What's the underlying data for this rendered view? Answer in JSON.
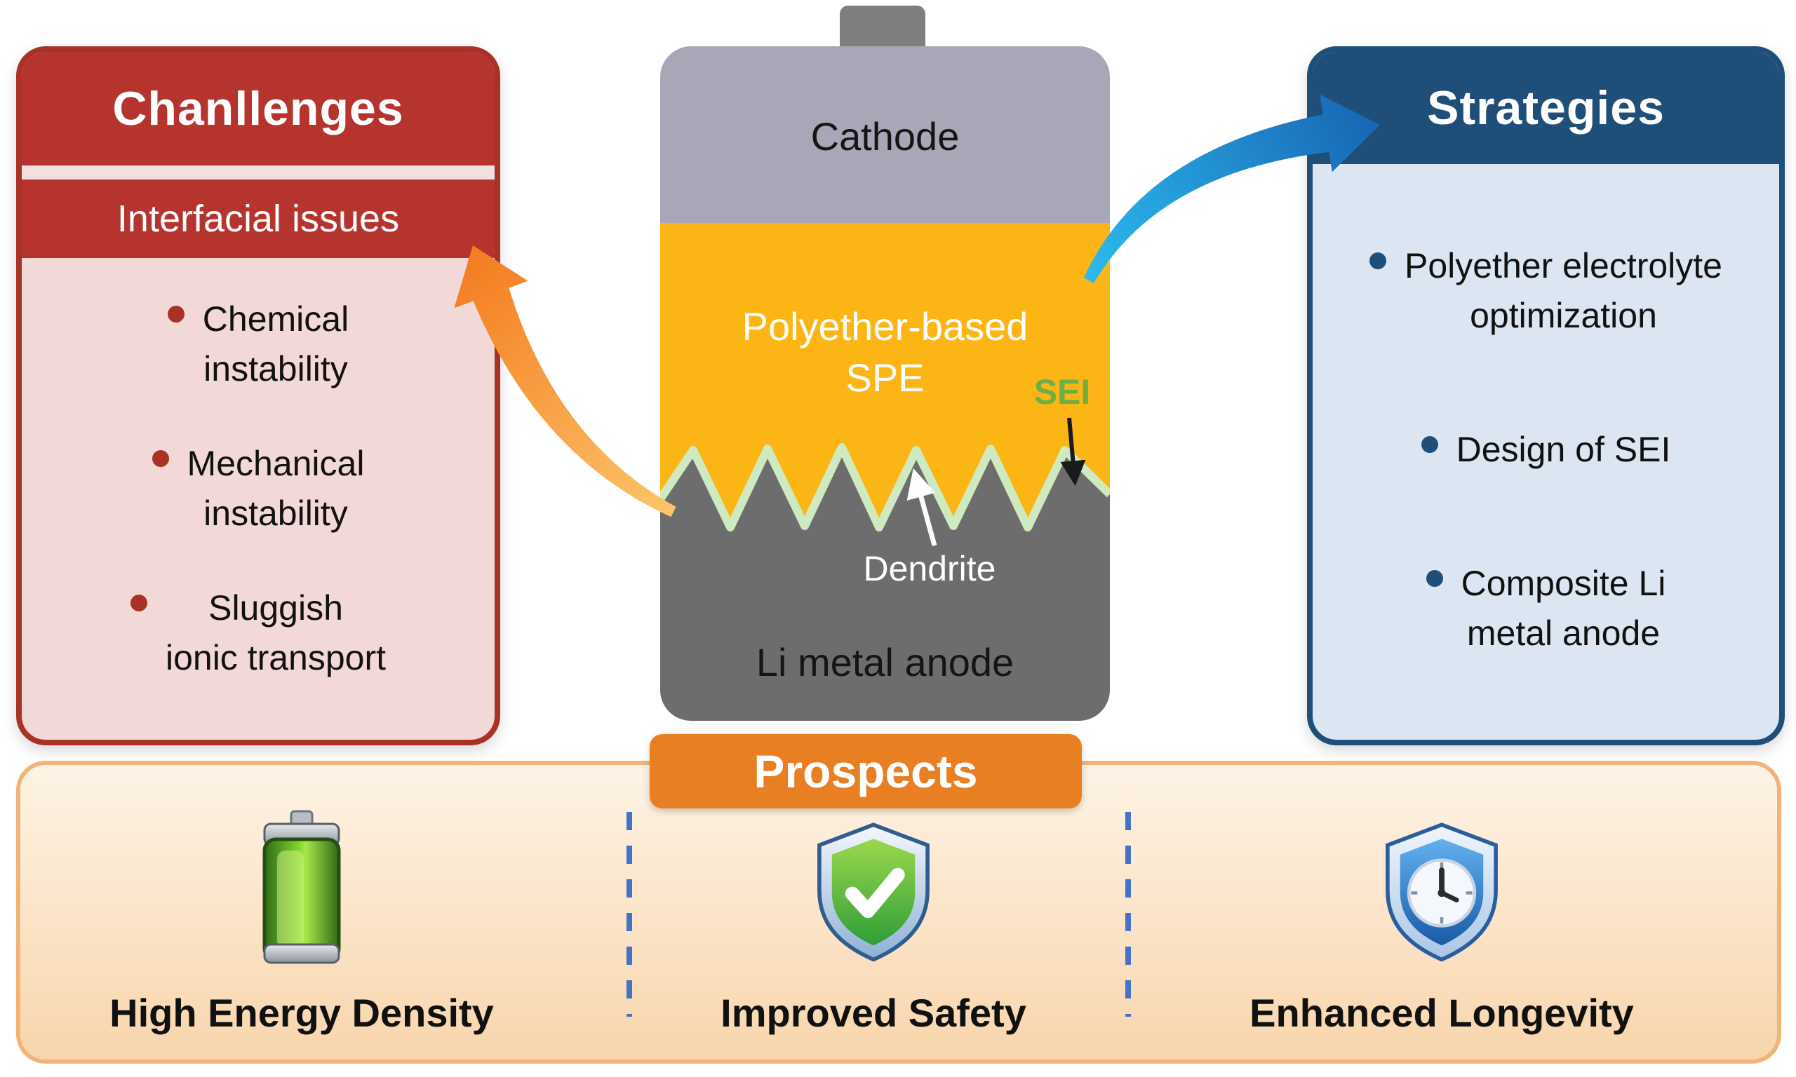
{
  "challenges": {
    "title": "Chanllenges",
    "subtitle": "Interfacial issues",
    "bullet_icon": "red-dot-icon",
    "items": [
      {
        "line1": "Chemical",
        "line2": "instability"
      },
      {
        "line1": "Mechanical",
        "line2": "instability"
      },
      {
        "line1": "Sluggish",
        "line2": "ionic transport"
      }
    ]
  },
  "battery": {
    "cathode_label": "Cathode",
    "spe_line1": "Polyether-based",
    "spe_line2": "SPE",
    "sei_label": "SEI",
    "dendrite_label": "Dendrite",
    "anode_label": "Li metal anode"
  },
  "strategies": {
    "title": "Strategies",
    "bullet_icon": "navy-dot-icon",
    "items": [
      {
        "line1": "Polyether electrolyte",
        "line2": "optimization"
      },
      {
        "line1": "Design of SEI"
      },
      {
        "line1": "Composite Li",
        "line2": "metal anode"
      }
    ]
  },
  "prospects": {
    "title": "Prospects",
    "items": [
      {
        "label": "High Energy Density",
        "icon": "battery-icon"
      },
      {
        "label": "Improved Safety",
        "icon": "shield-check-icon"
      },
      {
        "label": "Enhanced Longevity",
        "icon": "shield-clock-icon"
      }
    ]
  },
  "arrows": {
    "to_challenges": "orange-curved-arrow",
    "to_strategies": "blue-curved-arrow",
    "dendrite_pointer": "white-pointer-arrow",
    "sei_pointer": "black-pointer-arrow"
  },
  "colors": {
    "challenges_red": "#b5342e",
    "challenges_bg": "#f2d8d6",
    "strategies_navy": "#1f4e79",
    "strategies_bg": "#dbe6f2",
    "spe_yellow": "#fbb515",
    "cathode_gray": "#a7a7b7",
    "anode_gray": "#6d6d6d",
    "sei_green": "#cfe9c0",
    "sei_label_green": "#6fae46",
    "prospects_orange": "#e87f22",
    "prospects_bg": "#fbe3c7",
    "divider_blue": "#4472c4",
    "arrow_orange": "#f58220",
    "arrow_blue": "#1b75bb"
  }
}
